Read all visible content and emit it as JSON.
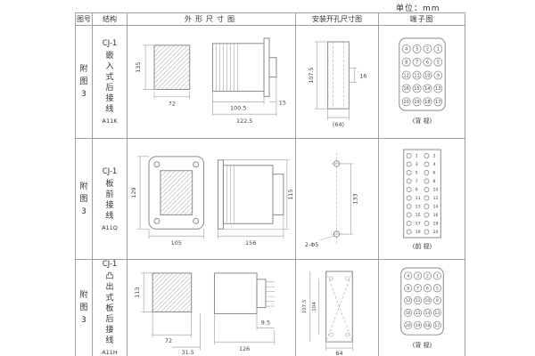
{
  "page": {
    "unit_label": "单位：mm"
  },
  "table": {
    "headers": {
      "fig_no": "图号",
      "structure": "结构",
      "outline": "外形尺寸图",
      "install": "安装开孔尺寸图",
      "terminal": "端子图"
    },
    "rows": [
      {
        "fig_no": "附图3",
        "model": "CJ-1",
        "structure_label": "嵌入式后接线",
        "code": "A11K",
        "outline_dims": {
          "front_height": "135",
          "front_width": "72",
          "side_body": "100.5",
          "side_total": "122.5",
          "side_tab": "15"
        },
        "install_dims": {
          "cutout_height": "107.5",
          "notch": "16",
          "cutout_width": "(64)"
        },
        "terminal": {
          "cols": 4,
          "numbers": [
            "4",
            "3",
            "2",
            "1",
            "8",
            "7",
            "6",
            "5",
            "12",
            "11",
            "10",
            "9",
            "16",
            "15",
            "14",
            "13",
            "20",
            "19",
            "18",
            "17"
          ],
          "view_label": "(背 视)"
        }
      },
      {
        "fig_no": "附图3",
        "model": "CJ-1",
        "structure_label": "板前接线",
        "code": "A11Q",
        "outline_dims": {
          "front_height": "129",
          "front_width": "105",
          "side_length": "156",
          "side_height": "115"
        },
        "install_dims": {
          "hole_spacing": "133",
          "holes": "2-Φ5"
        },
        "terminal": {
          "cols": 2,
          "numbers": [
            "1",
            "2",
            "3",
            "4",
            "5",
            "6",
            "7",
            "8",
            "9",
            "10",
            "11",
            "12",
            "13",
            "14",
            "15",
            "16",
            "17",
            "18",
            "19",
            "20"
          ],
          "view_label": "(前 视)"
        }
      },
      {
        "fig_no": "附图3",
        "model": "CJ-1",
        "structure_label": "凸出式板后接线",
        "code": "A11H",
        "outline_dims": {
          "front_height": "113",
          "front_width": "72",
          "base_width": "31.5",
          "pin_length": "9.5",
          "total_length": "126"
        },
        "install_dims": {
          "outer_height": "107.5",
          "hole_height": "104",
          "width": "64"
        },
        "terminal": {
          "cols": 4,
          "numbers": [
            "4",
            "3",
            "2",
            "1",
            "8",
            "7",
            "6",
            "5",
            "12",
            "11",
            "10",
            "9",
            "16",
            "15",
            "14",
            "13",
            "20",
            "19",
            "18",
            "17"
          ],
          "view_label": "(背 视)"
        }
      }
    ]
  }
}
